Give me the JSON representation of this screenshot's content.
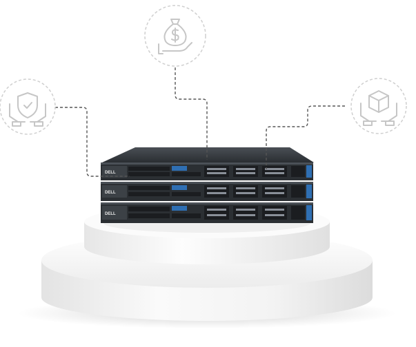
{
  "scene": {
    "servers": [
      {
        "brand": "DELL"
      },
      {
        "brand": "DELL"
      },
      {
        "brand": "DELL"
      }
    ],
    "icons": [
      {
        "name": "shield-hands-icon"
      },
      {
        "name": "money-bag-hand-icon"
      },
      {
        "name": "box-hands-icon"
      }
    ],
    "colors": {
      "server_body": "#2b2f33",
      "server_bezel": "#3c4146",
      "drive_bay": "#1b1d20",
      "accent_blue": "#2f6fb3",
      "icon_stroke": "#c9c9c9",
      "pedestal": "#f1f1f1"
    }
  }
}
